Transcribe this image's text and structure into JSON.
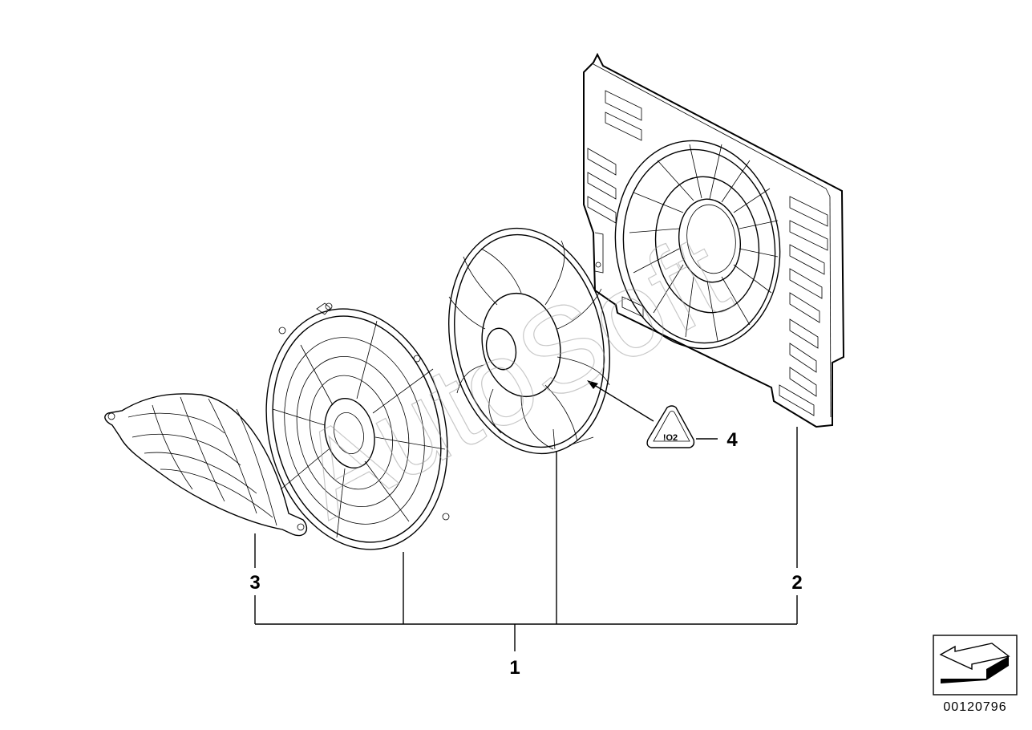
{
  "callouts": {
    "assembly": "1",
    "shroud": "2",
    "cover": "3",
    "warning_label": "4"
  },
  "diagram_code": "00120796",
  "watermark": "AutoSoft",
  "warning_label_text": "!O2",
  "icons": {
    "nav": "back-arrow-icon"
  },
  "colors": {
    "line": "#000000",
    "background": "#ffffff",
    "watermark": "#9a9a9a"
  }
}
